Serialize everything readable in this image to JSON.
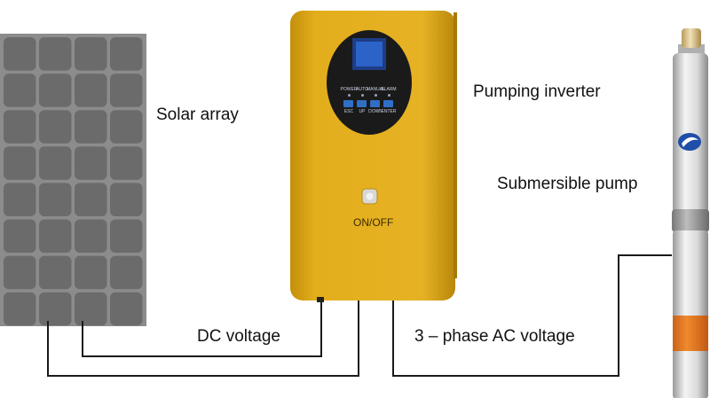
{
  "labels": {
    "solar_array": "Solar array",
    "pumping_inverter": "Pumping inverter",
    "submersible_pump": "Submersible pump",
    "dc_voltage": "DC voltage",
    "ac_voltage": "3 – phase AC voltage"
  },
  "inverter": {
    "on_off_label": "ON/OFF",
    "indicators": [
      "POWER",
      "AUTO",
      "MANUAL",
      "ALARM"
    ],
    "keys": [
      "ESC",
      "UP",
      "DOWN",
      "ENTER"
    ]
  },
  "colors": {
    "panel_cell": "#6b6b6b",
    "panel_frame": "#8c8c8c",
    "inverter_body": "#e0ab18",
    "inverter_face": "#1a1a1a",
    "screen": "#2b63c9",
    "pump_band": "#e87d22",
    "wire": "#1a1a1a"
  }
}
